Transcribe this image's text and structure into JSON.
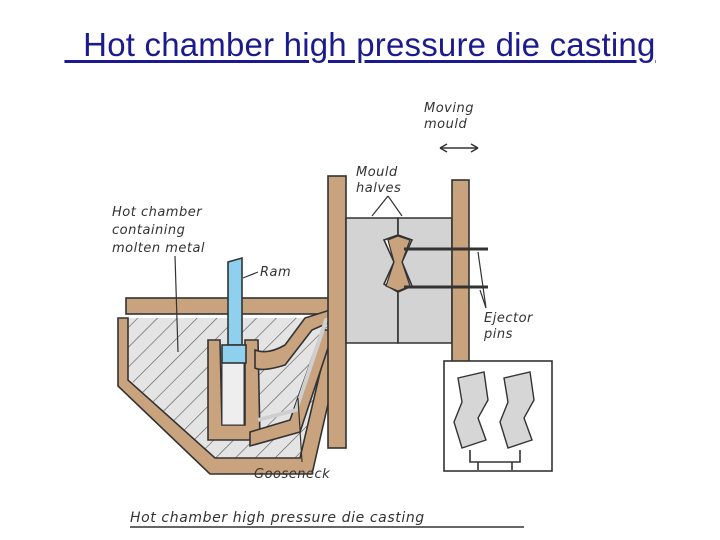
{
  "slide": {
    "title": "  Hot chamber high pressure die casting"
  },
  "diagram": {
    "labels": {
      "moving_mould": [
        "Moving",
        "mould"
      ],
      "mould_halves": [
        "Mould",
        "halves"
      ],
      "hot_chamber": [
        "Hot chamber",
        "containing",
        "molten metal"
      ],
      "ram": "Ram",
      "ejector_pins": [
        "Ejector",
        "pins"
      ],
      "gooseneck": "Gooseneck"
    },
    "caption": "Hot chamber high pressure die casting"
  },
  "colors": {
    "title": "#1b1b8f",
    "brown": "#c9a27e",
    "grey": "#d3d3d3",
    "ram_blue": "#8fd0ee",
    "ink": "#333333"
  }
}
